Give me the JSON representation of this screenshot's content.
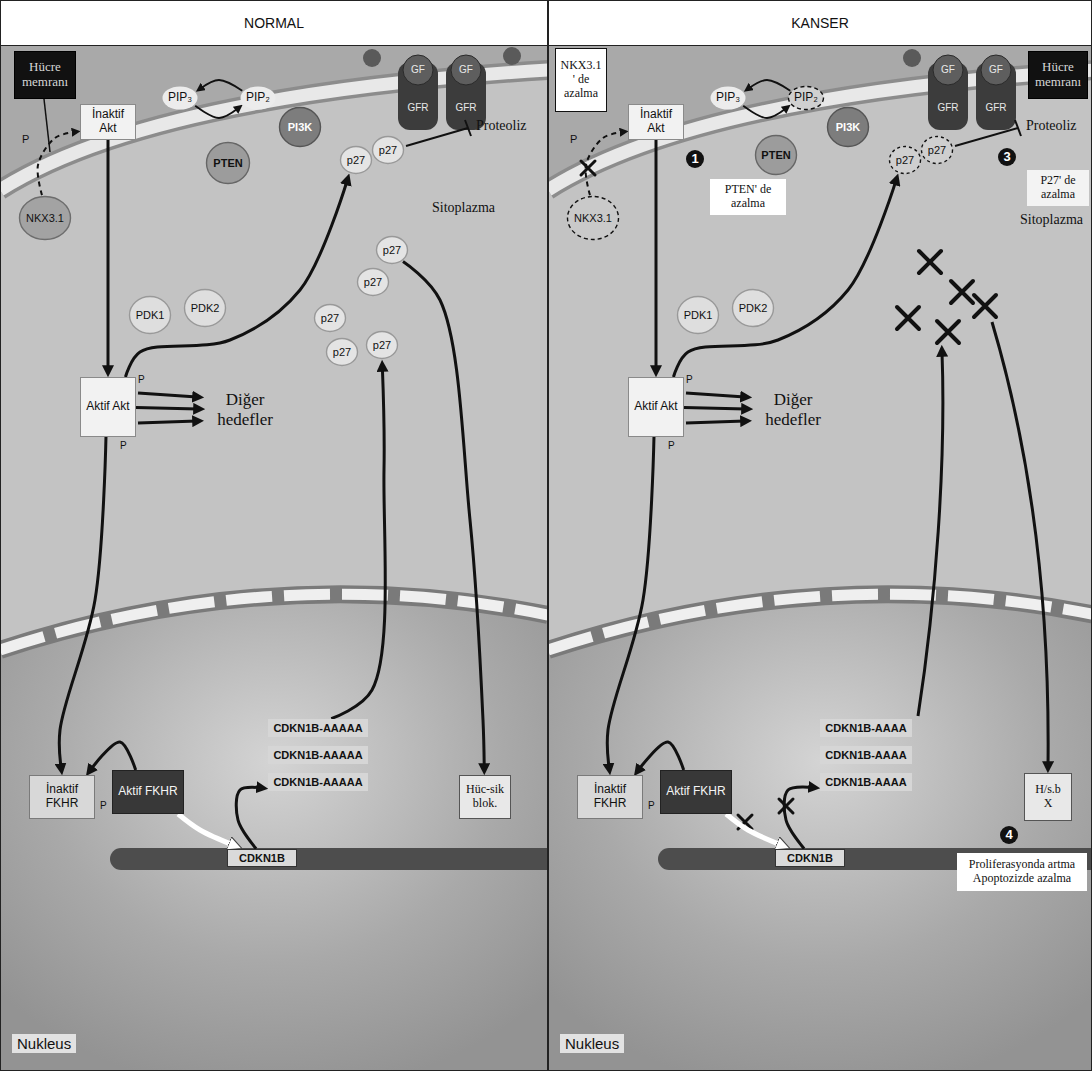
{
  "diagram": {
    "nodes": [
      {
        "text": [
          "NORMAL"
        ]
      },
      {
        "text": [
          "Hücre memranı"
        ],
        "in": 0
      },
      {
        "text": [
          "İnaktif Akt"
        ],
        "in": 0
      },
      {
        "text": [
          "PIP₃"
        ],
        "in": 0
      },
      {
        "text": [
          "PIP₂"
        ],
        "in": 0
      },
      {
        "text": [
          "PI3K"
        ],
        "in": 0
      },
      {
        "text": [
          "PTEN"
        ],
        "in": 0
      },
      {
        "text": [
          "p27"
        ],
        "in": 0
      },
      {
        "text": [
          "p27"
        ],
        "in": 0
      },
      {
        "text": [
          "NKX3.1"
        ],
        "in": 0
      },
      {
        "text": [
          "PDK1"
        ],
        "in": 0
      },
      {
        "text": [
          "PDK2"
        ],
        "in": 0
      },
      {
        "text": [
          "p27"
        ],
        "in": 0
      },
      {
        "text": [
          "p27"
        ],
        "in": 0
      },
      {
        "text": [
          "p27"
        ],
        "in": 0
      },
      {
        "text": [
          "p27"
        ],
        "in": 0
      },
      {
        "text": [
          "p27"
        ],
        "in": 0
      },
      {
        "text": [
          "Aktif Akt"
        ],
        "in": 0
      },
      {
        "text": [
          "Diğer hedefler"
        ],
        "in": 0
      },
      {
        "text": [
          "İnaktif FKHR"
        ],
        "in": 0
      },
      {
        "text": [
          "Aktif FKHR"
        ],
        "in": 0
      },
      {
        "text": [
          "CDKN1B-AAAAA"
        ],
        "in": 0
      },
      {
        "text": [
          "CDKN1B-AAAAA"
        ],
        "in": 0
      },
      {
        "text": [
          "CDKN1B-AAAAA"
        ],
        "in": 0
      },
      {
        "text": [
          "CDKN1B"
        ],
        "in": 0
      },
      {
        "text": [
          "Hüc-sik blok."
        ],
        "in": 0
      },
      {
        "text": [
          "KANSER"
        ]
      },
      {
        "text": [
          "NKX3.1 ' de azalma"
        ],
        "in": 26
      },
      {
        "text": [
          "İnaktif Akt"
        ],
        "in": 26
      },
      {
        "text": [
          "PIP₃"
        ],
        "in": 26
      },
      {
        "text": [
          "PIP₂"
        ],
        "in": 26
      },
      {
        "text": [
          "PI3K"
        ],
        "in": 26
      },
      {
        "text": [
          "PTEN"
        ],
        "in": 26
      },
      {
        "text": [
          "Hücre memranı"
        ],
        "in": 26
      },
      {
        "text": [
          "PTEN' de azalma"
        ],
        "in": 26
      },
      {
        "text": [
          "p27"
        ],
        "in": 26
      },
      {
        "text": [
          "p27"
        ],
        "in": 26
      },
      {
        "text": [
          "P27' de azalma"
        ],
        "in": 26
      },
      {
        "text": [
          "NKX3.1"
        ],
        "in": 26
      },
      {
        "text": [
          "PDK1"
        ],
        "in": 26
      },
      {
        "text": [
          "PDK2"
        ],
        "in": 26
      },
      {
        "text": [
          "Aktif Akt"
        ],
        "in": 26
      },
      {
        "text": [
          "Diğer hedefler"
        ],
        "in": 26
      },
      {
        "text": [
          "İnaktif FKHR"
        ],
        "in": 26
      },
      {
        "text": [
          "Aktif FKHR"
        ],
        "in": 26
      },
      {
        "text": [
          "CDKN1B-AAAA"
        ],
        "in": 26
      },
      {
        "text": [
          "CDKN1B-AAAA"
        ],
        "in": 26
      },
      {
        "text": [
          "CDKN1B-AAAA"
        ],
        "in": 26
      },
      {
        "text": [
          "CDKN1B"
        ],
        "in": 26
      },
      {
        "text": [
          "H/s.b",
          "X"
        ],
        "in": 26
      },
      {
        "text": [
          "Proliferasyonda artma",
          "Apoptozizde azalma"
        ],
        "in": 26
      }
    ],
    "edges": [
      {
        "from": 9,
        "to": 2,
        "arrow": "to"
      },
      {
        "from": 4,
        "to": 3,
        "arrow": "to"
      },
      {
        "from": 3,
        "to": 4,
        "arrow": "to"
      },
      {
        "from": 2,
        "to": 17,
        "arrow": "to"
      },
      {
        "from": 17,
        "to": 7,
        "arrow": "to"
      },
      {
        "from": 17,
        "to": 18,
        "arrow": "to"
      },
      {
        "from": 17,
        "to": 19,
        "arrow": "to"
      },
      {
        "from": 20,
        "to": 19,
        "arrow": "to"
      },
      {
        "from": 20,
        "to": 24,
        "arrow": "to"
      },
      {
        "from": 24,
        "to": 23,
        "arrow": "to"
      },
      {
        "from": 21,
        "to": 16,
        "arrow": "to"
      },
      {
        "from": 12,
        "to": 25,
        "arrow": "to"
      },
      {
        "from": 38,
        "to": 28,
        "arrow": "to"
      },
      {
        "from": 30,
        "to": 29,
        "arrow": "to"
      },
      {
        "from": 29,
        "to": 30,
        "arrow": "to"
      },
      {
        "from": 28,
        "to": 41,
        "arrow": "to"
      },
      {
        "from": 41,
        "to": 35,
        "arrow": "to"
      },
      {
        "from": 41,
        "to": 42,
        "arrow": "to"
      },
      {
        "from": 41,
        "to": 43,
        "arrow": "to"
      },
      {
        "from": 44,
        "to": 43,
        "arrow": "to"
      },
      {
        "from": 44,
        "to": 48,
        "arrow": "to"
      },
      {
        "from": 48,
        "to": 47,
        "arrow": "to"
      }
    ],
    "labels": [
      "GF",
      "GF",
      "GFR",
      "GFR",
      "P",
      "Proteoliz",
      "Sitoplazma",
      "P",
      "P",
      "P",
      "Nukleus",
      "GF",
      "GF",
      "GFR",
      "GFR",
      "P",
      "1",
      "Proteoliz",
      "3",
      "Sitoplazma",
      "P",
      "P",
      "P",
      "4",
      "Nukleus"
    ]
  }
}
